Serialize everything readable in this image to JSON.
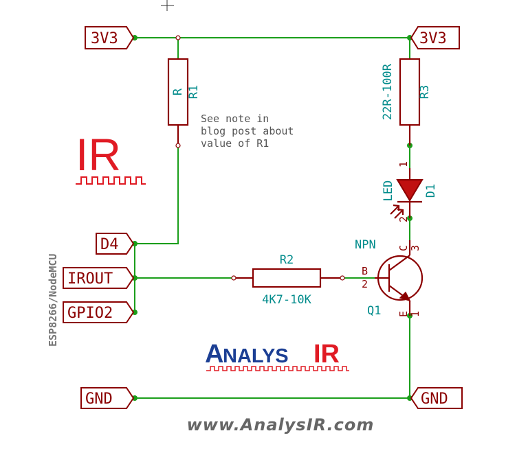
{
  "labels": {
    "v3v3_left": "3V3",
    "v3v3_right": "3V3",
    "d4": "D4",
    "irout": "IROUT",
    "gpio2": "GPIO2",
    "gnd_left": "GND",
    "gnd_right": "GND"
  },
  "r1": {
    "ref": "R1",
    "value": "R"
  },
  "r2": {
    "ref": "R2",
    "value": "4K7-10K"
  },
  "r3": {
    "ref": "R3",
    "value": "22R-100R"
  },
  "d1": {
    "ref": "D1",
    "value": "LED",
    "pin1": "1",
    "pin2": "2"
  },
  "q1": {
    "ref": "Q1",
    "type": "NPN",
    "pin_b": "B",
    "pin_b_num": "2",
    "pin_c": "C",
    "pin_c_num": "3",
    "pin_e": "E",
    "pin_e_num": "1"
  },
  "note": [
    "See note in",
    "blog post about",
    "value of R1"
  ],
  "board_label": "ESP8266/NodeMCU",
  "logo_ir": "IR",
  "logo_analys_big": "A",
  "logo_analys_rest": "NALYS",
  "logo_analys_ir": "IR",
  "website": "www.AnalysIR.com",
  "colors": {
    "wire": "#1a9e1a",
    "component": "#8b0000",
    "reference": "#008b8b",
    "logo_red": "#e01b24",
    "logo_blue": "#1c3f94"
  }
}
